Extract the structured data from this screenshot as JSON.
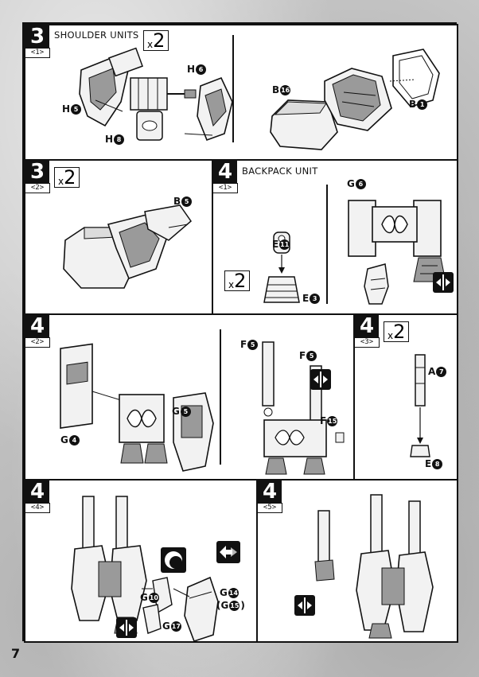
{
  "steps": [
    {
      "num": "3",
      "sub": "<1>",
      "title": "SHOULDER UNITS",
      "multiplier_x": "x",
      "multiplier_n": "2",
      "labels": [
        "H",
        "H",
        "H",
        "B",
        "B"
      ],
      "badges": [
        "6",
        "5",
        "8",
        "16",
        "1"
      ]
    },
    {
      "num": "3",
      "sub": "<2>",
      "multiplier_x": "x",
      "multiplier_n": "2",
      "labels": [
        "B"
      ],
      "badges": [
        "5"
      ]
    },
    {
      "num": "4",
      "sub": "<1>",
      "title": "BACKPACK UNIT",
      "multiplier_x": "x",
      "multiplier_n": "2",
      "labels": [
        "E",
        "E",
        "G"
      ],
      "badges": [
        "11",
        "3",
        "6"
      ]
    },
    {
      "num": "4",
      "sub": "<2>",
      "labels": [
        "G",
        "G",
        "F",
        "F",
        "F"
      ],
      "badges": [
        "4",
        "5",
        "5",
        "5",
        "15"
      ]
    },
    {
      "num": "4",
      "sub": "<3>",
      "multiplier_x": "x",
      "multiplier_n": "2",
      "labels": [
        "A",
        "E"
      ],
      "badges": [
        "7",
        "8"
      ]
    },
    {
      "num": "4",
      "sub": "<4>",
      "labels": [
        "G",
        "G",
        "(G",
        ")",
        "G"
      ],
      "badges": [
        "10",
        "14",
        "15",
        "17"
      ]
    },
    {
      "num": "4",
      "sub": "<5>"
    }
  ],
  "page_number": "7",
  "colors": {
    "ink": "#111111",
    "paper": "#ffffff",
    "background": "#c9c9c9",
    "part_fill": "#f2f2f2",
    "part_shade": "#9a9a9a"
  },
  "icons": [
    "symmetry-icon",
    "cement-icon",
    "alternate-part-icon"
  ]
}
